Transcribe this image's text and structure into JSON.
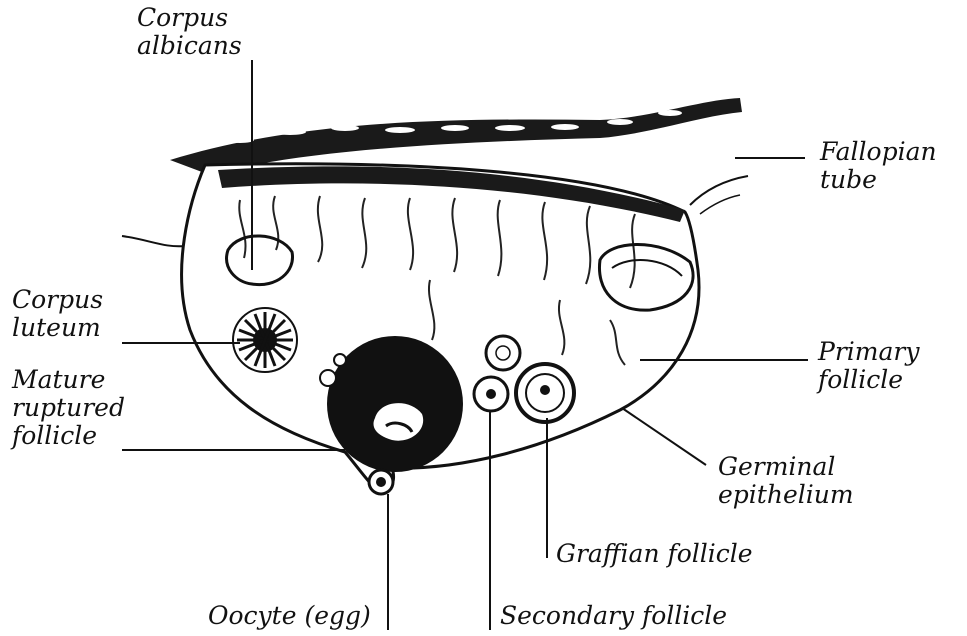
{
  "labels": {
    "corpus_albicans": [
      "Corpus",
      "albicans"
    ],
    "fallopian_tube": [
      "Fallopian",
      "tube"
    ],
    "corpus_luteum": [
      "Corpus",
      "luteum"
    ],
    "primary_follicle": [
      "Primary",
      "follicle"
    ],
    "mature_ruptured_follicle": [
      "Mature",
      "ruptured",
      "follicle"
    ],
    "germinal_epithelium": [
      "Germinal",
      "epithelium"
    ],
    "graafian_follicle": "Graffian follicle",
    "oocyte": "Oocyte (egg)",
    "secondary_follicle": "Secondary follicle"
  }
}
